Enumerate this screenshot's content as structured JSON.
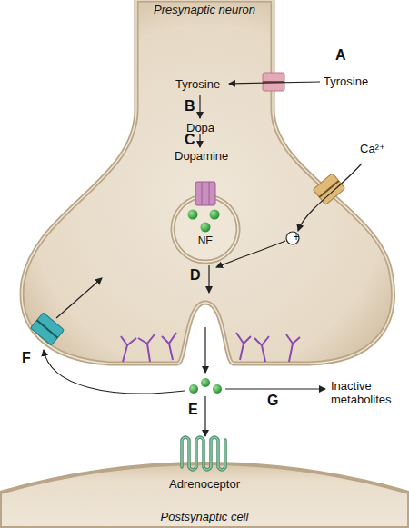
{
  "diagram": {
    "nodes": [
      {
        "text": [
          "Presynaptic neuron"
        ]
      },
      {
        "text": [
          "NE"
        ],
        "in": 0
      },
      {
        "text": [
          "Adrenoceptor",
          "Postsynaptic cell"
        ]
      }
    ],
    "labels": [
      "A",
      "Tyrosine",
      "Tyrosine",
      "B",
      "Dopa",
      "C",
      "Dopamine",
      "Ca²⁺",
      "+",
      "D",
      "F",
      "G",
      "Inactive metabolites",
      "E"
    ]
  }
}
